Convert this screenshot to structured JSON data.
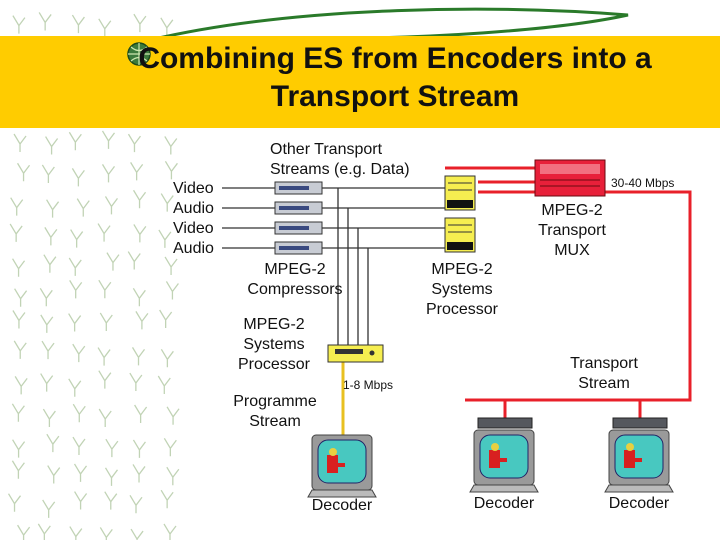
{
  "title": {
    "line1": "Combining ES from Encoders into a",
    "line2": "Transport Stream"
  },
  "inputs": [
    "Video",
    "Audio",
    "Video",
    "Audio"
  ],
  "labels": {
    "other_ts_1": "Other Transport",
    "other_ts_2": "Streams (e.g. Data)",
    "compressors_1": "MPEG-2",
    "compressors_2": "Compressors",
    "sys_proc_right_1": "MPEG-2",
    "sys_proc_right_2": "Systems",
    "sys_proc_right_3": "Processor",
    "mux_1": "MPEG-2",
    "mux_2": "Transport",
    "mux_3": "MUX",
    "mux_rate": "30-40 Mbps",
    "sys_proc_left_1": "MPEG-2",
    "sys_proc_left_2": "Systems",
    "sys_proc_left_3": "Processor",
    "prog_rate": "1-8 Mbps",
    "prog_stream_1": "Programme",
    "prog_stream_2": "Stream",
    "transport_stream_1": "Transport",
    "transport_stream_2": "Stream",
    "decoder_1": "Decoder",
    "decoder_2": "Decoder",
    "decoder_3": "Decoder"
  },
  "colors": {
    "title_band": "#ffcc00",
    "transport_line": "#e8202a",
    "programme_line": "#e8c020",
    "signal_line": "#333333",
    "decoder_screen": "#48c8c0",
    "decoder_frame": "#9a9a9a",
    "processor_yellow": "#f6ee50",
    "mux_red": "#e8203a",
    "pattern": "#8fb07a"
  },
  "icons": [
    "compressor-rack-icon",
    "systems-processor-icon",
    "transport-mux-icon",
    "decoder-monitor-icon",
    "set-top-box-icon",
    "logo-globe-icon"
  ]
}
